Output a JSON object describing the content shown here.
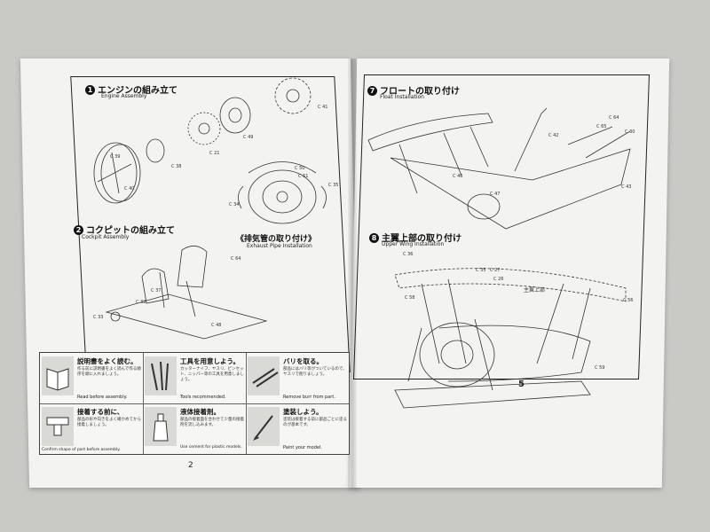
{
  "left_page": {
    "page_number": "2",
    "sections": [
      {
        "num": "1",
        "title_jp": "エンジンの組み立て",
        "title_en": "Engine Assembly"
      },
      {
        "num": "2",
        "title_jp": "コクピットの組み立て",
        "title_en": "Cockpit Assembly"
      }
    ],
    "exhaust": {
      "title_jp": "《排気管の取り付け》",
      "title_en": "Exhaust Pipe Installation"
    },
    "part_labels": [
      "C 41",
      "C 49",
      "C 38",
      "C 21",
      "C 40",
      "C 39",
      "C 50",
      "C 51",
      "C 35",
      "C 34",
      "C 64",
      "C 37",
      "C 33",
      "C 32",
      "C 48"
    ],
    "tips": [
      {
        "title": "説明書をよく読む。",
        "jp": "作る前に説明書をよく読んで作る順序を頭に入れましょう。",
        "en": "Read before assembly.",
        "icon": "book-icon"
      },
      {
        "title": "工具を用意しよう。",
        "jp": "カッターナイフ、ヤスリ、ピンセット、ニッパー等の工具を用意しましょう。",
        "en": "Tools recommended.",
        "icon": "tools-icon"
      },
      {
        "title": "バリを取る。",
        "jp": "部品にはバリ等がついているので、ヤスリで削りましょう。",
        "en": "Remove burr from part.",
        "icon": "file-tool-icon"
      },
      {
        "title": "接着する前に、",
        "jp": "部品の形や向きをよく確かめてから接着しましょう。",
        "en": "Confirm shape of part before assembly.",
        "icon": "fit-parts-icon"
      },
      {
        "title": "液体接着剤。",
        "jp": "部品の接着面を合わせて少量の接着剤を流し込みます。",
        "en": "Use cement for plastic models.",
        "icon": "cement-bottle-icon"
      },
      {
        "title": "塗装しよう。",
        "jp": "塗装は接着する前に部品ごとに塗るのが基本です。",
        "en": "Paint your model.",
        "icon": "paint-brush-icon"
      }
    ]
  },
  "right_page": {
    "page_number": "5",
    "sections": [
      {
        "num": "7",
        "title_jp": "フロートの取り付け",
        "title_en": "Float Installation"
      },
      {
        "num": "8",
        "title_jp": "主翼上部の取り付け",
        "title_en": "Upper Wing Installation"
      }
    ],
    "part_labels": [
      "C 42",
      "C 65",
      "C 64",
      "C 30",
      "C 46",
      "C 47",
      "C 43",
      "C 36",
      "C 35",
      "C 27",
      "C 26",
      "C 58",
      "C 56",
      "C 59"
    ],
    "wing_label": "主翼上部"
  },
  "colors": {
    "background": "#c9c9c6",
    "paper": "#f3f3f1",
    "ink": "#222222"
  }
}
